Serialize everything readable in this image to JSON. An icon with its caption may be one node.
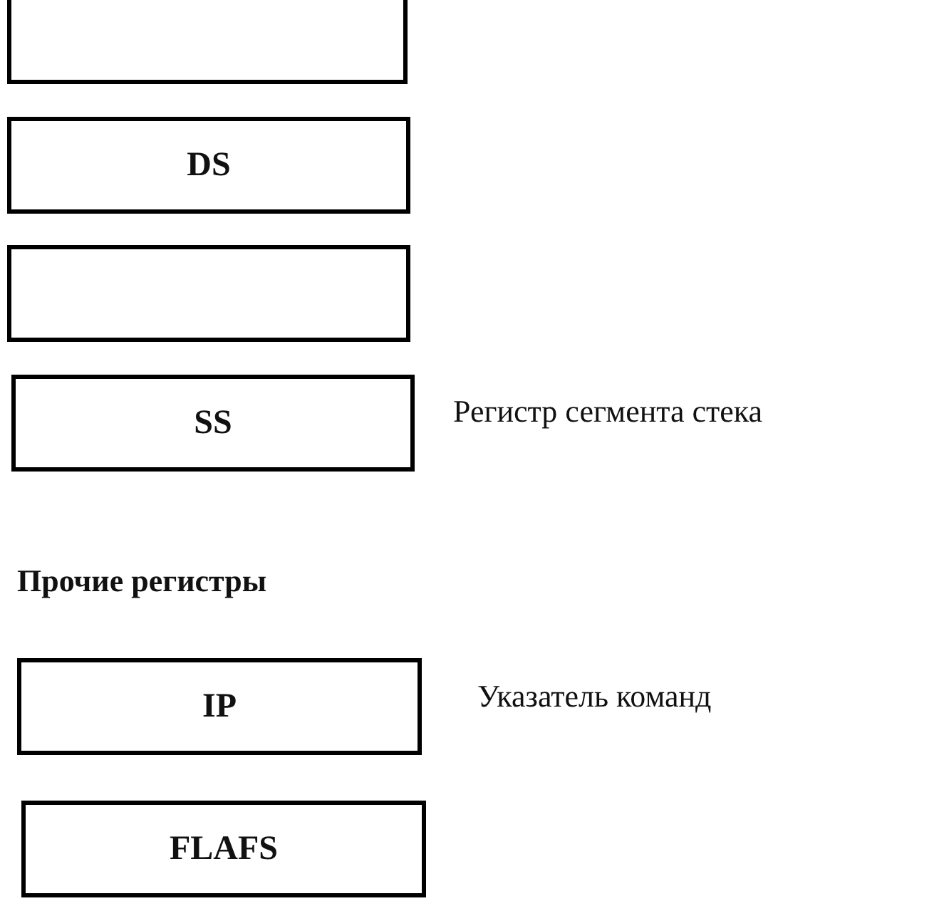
{
  "diagram": {
    "nodes": [
      {
        "text": [],
        "shape": "box"
      },
      {
        "text": [
          "DS"
        ]
      },
      {
        "text": [],
        "shape": "box"
      },
      {
        "text": [
          "SS"
        ],
        "beside": [
          "Регистр сегмента стека"
        ]
      },
      {
        "text": [
          "IP"
        ],
        "beside": [
          "Указатель команд"
        ]
      },
      {
        "text": [
          "FLAFS"
        ]
      }
    ],
    "labels": [
      "Прочие регистры"
    ]
  }
}
